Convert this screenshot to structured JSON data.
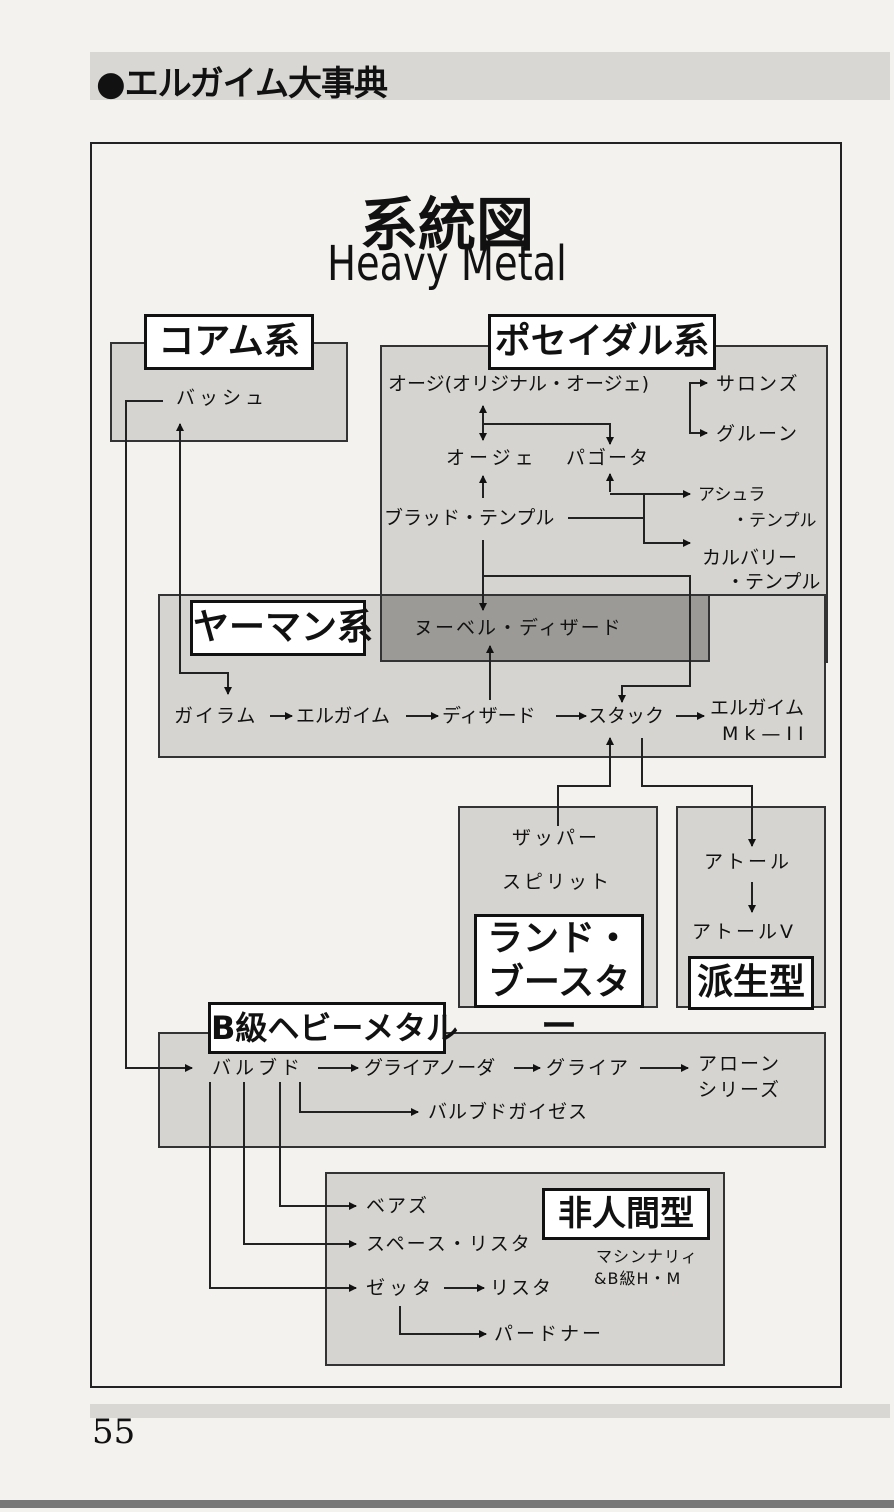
{
  "header": {
    "title": "●エルガイム大事典"
  },
  "title": {
    "jp": "系統図",
    "en": "Heavy Metal"
  },
  "groups": {
    "koam": "コアム系",
    "poseidal": "ポセイダル系",
    "yaman": "ヤーマン系",
    "land_booster": "ランド・\nブースター",
    "haseigata": "派生型",
    "b_class": "B級ヘビーメタル",
    "hijinkan": "非人間型"
  },
  "nodes": {
    "bassh": "バッシュ",
    "ogi_original": "オージ(オリジナル・オージェ)",
    "salons": "サロンズ",
    "glune": "グルーン",
    "ogie": "オージェ",
    "pagoda": "パゴータ",
    "ashura": "アシュラ",
    "ashura2": "・テンプル",
    "bloodtemple": "ブラッド・テンプル",
    "calvary": "カルバリー",
    "calvary2": "・テンプル",
    "nouvel": "ヌーベル・ディザード",
    "gairam": "ガイラム",
    "elgaim": "エルガイム",
    "dizard": "ディザード",
    "stack": "スタック",
    "elgaim_mk2": "エルガイム",
    "elgaim_mk2b": "Mk—II",
    "zappa": "ザッパー",
    "spirit": "スピリット",
    "atol": "アトール",
    "atol_v": "アトールV",
    "barbud": "バルブド",
    "grianoda": "グライアノーダ",
    "grier": "グライア",
    "alon": "アローン",
    "alon2": "シリーズ",
    "barbud_gaizes": "バルブドガイゼス",
    "beards": "ベアズ",
    "spacelista": "スペース・リスタ",
    "zetta": "ゼッタ",
    "lista": "リスタ",
    "pardner": "パードナー",
    "machinery": "マシンナリィ",
    "machinery2": "&B級H・M"
  },
  "footer": {
    "page_number": "55"
  }
}
